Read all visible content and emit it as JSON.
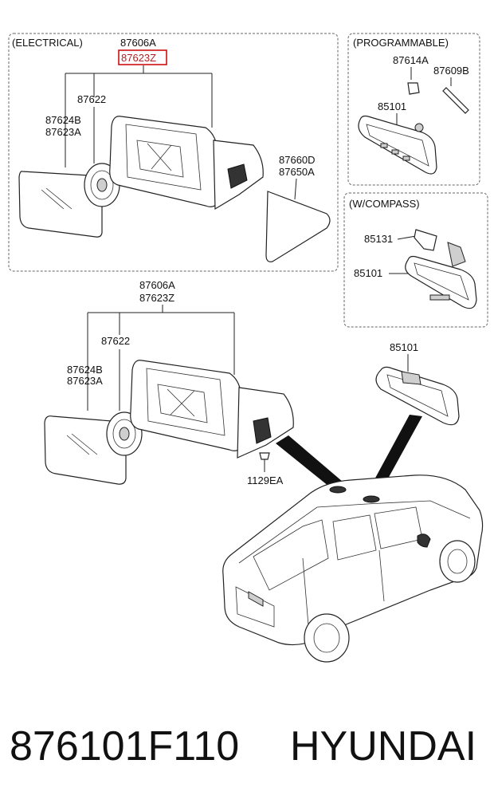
{
  "sections": {
    "electrical": "(ELECTRICAL)",
    "programmable": "(PROGRAMMABLE)",
    "compass": "(W/COMPASS)"
  },
  "electrical_labels": {
    "a": "87606A",
    "z": "87623Z",
    "p1": "87622",
    "p2": "87624B",
    "p3": "87623A",
    "p4": "87660D",
    "p5": "87650A"
  },
  "programmable_labels": {
    "p1": "87614A",
    "p2": "87609B",
    "p3": "85101"
  },
  "compass_labels": {
    "p1": "85131",
    "p2": "85101"
  },
  "manual_labels": {
    "a": "87606A",
    "z": "87623Z",
    "p1": "87622",
    "p2": "87624B",
    "p3": "87623A",
    "p4": "1129EA",
    "p5": "85101"
  },
  "footer": {
    "part_number": "876101F110",
    "brand": "HYUNDAI"
  },
  "colors": {
    "highlight": "#cc0000"
  }
}
